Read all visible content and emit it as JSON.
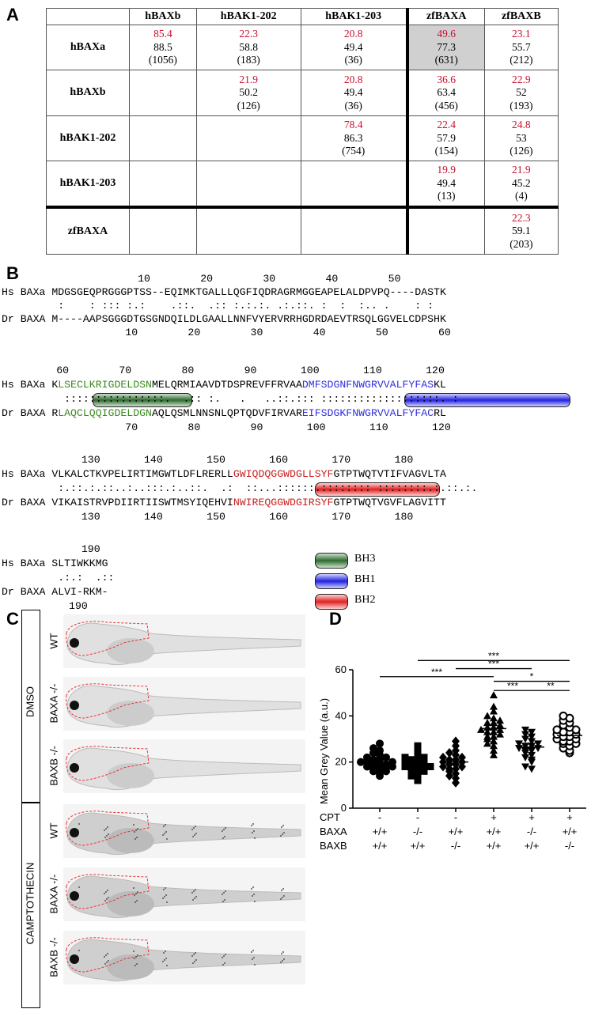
{
  "panels": {
    "A": "A",
    "B": "B",
    "C": "C",
    "D": "D"
  },
  "tableA": {
    "columns": [
      "hBAXb",
      "hBAK1-202",
      "hBAK1-203",
      "zfBAXA",
      "zfBAXB"
    ],
    "rows": [
      {
        "label": "hBAXa",
        "cells": [
          [
            "85.4",
            "88.5",
            "(1056)"
          ],
          [
            "22.3",
            "58.8",
            "(183)"
          ],
          [
            "20.8",
            "49.4",
            "(36)"
          ],
          [
            "49.6",
            "77.3",
            "(631)"
          ],
          [
            "23.1",
            "55.7",
            "(212)"
          ]
        ]
      },
      {
        "label": "hBAXb",
        "cells": [
          null,
          [
            "21.9",
            "50.2",
            "(126)"
          ],
          [
            "20.8",
            "49.4",
            "(36)"
          ],
          [
            "36.6",
            "63.4",
            "(456)"
          ],
          [
            "22.9",
            "52",
            "(193)"
          ]
        ]
      },
      {
        "label": "hBAK1-202",
        "cells": [
          null,
          null,
          [
            "78.4",
            "86.3",
            "(754)"
          ],
          [
            "22.4",
            "57.9",
            "(154)"
          ],
          [
            "24.8",
            "53",
            "(126)"
          ]
        ]
      },
      {
        "label": "hBAK1-203",
        "cells": [
          null,
          null,
          null,
          [
            "19.9",
            "49.4",
            "(13)"
          ],
          [
            "21.9",
            "45.2",
            "(4)"
          ]
        ]
      },
      {
        "label": "zfBAXA",
        "cells": [
          null,
          null,
          null,
          null,
          [
            "22.3",
            "59.1",
            "(203)"
          ]
        ]
      }
    ]
  },
  "alignment": {
    "block1": {
      "num_top": "                      10        20        30        40        50",
      "hs_label": "Hs BAXa ",
      "hs_seq": "MDGSGEQPRGGGPTSS--EQIMKTGALLLQGFIQDRAGRMGGEAPELALDPVPQ----DASTK",
      "match": "         :    : ::: :.:    .::.  .:: :.:.:. .:.::. :  :  :.. .    : :",
      "dr_label": "Dr BAXA ",
      "dr_seq": "M----AAPSGGGDTGSGNDQILDLGAALLNNFVYERVRRHGDRDAEVTRSQLGGVELCDPSHK",
      "num_bot": "                    10        20        30        40        50        60"
    },
    "block2": {
      "num_top": "         60        70        80        90       100       110       120",
      "hs_label": "Hs BAXa ",
      "hs_pre": "K",
      "hs_bh3": "LSECLKRIGDELDSN",
      "hs_mid": "MELQRMIAAVDTDSPREVFFRVAA",
      "hs_bh1": "DMFSDGNFNWGRVVALFYFAS",
      "hs_post": "KL",
      "match": "          ::::::::::::::::.  .:: :.   .   ..::.::: :::::::::::::::::::. :",
      "dr_label": "Dr BAXA ",
      "dr_pre": "R",
      "dr_bh3": "LAQCLQQIGDELDGN",
      "dr_mid": "AQLQSMLNNSNLQPTQDVFIRVAR",
      "dr_bh1": "EIFSDGKFNWGRVVALFYFAC",
      "dr_post": "RL",
      "num_bot": "                    70        80        90       100       110       120"
    },
    "block3": {
      "num_top": "             130       140       150       160       170       180",
      "hs_label": "Hs BAXa ",
      "hs_pre": "VLKALCTKVPELIRTIMGWTLDFLRERLL",
      "hs_bh2": "GWIQDQGGWDGLLSYF",
      "hs_post": "GTPTWQTVTIFVAGVLTA",
      "match": "         :.::.:.::..:..:::.:..::.  .:  ::...::::::.:::::::: ::::::::.:.::.:.",
      "dr_label": "Dr BAXA ",
      "dr_pre": "VIKAISTRVPDIIRTIISWTMSYIQEHVI",
      "dr_bh2": "NWIREQGGWDGIRSYF",
      "dr_post": "GTPTWQTVGVFLAGVITT",
      "num_bot": "             130       140       150       160       170       180"
    },
    "block4": {
      "num_top": "             190",
      "hs_line": "Hs BAXa SLTIWKKMG",
      "match": "         .:.:  .::",
      "dr_line": "Dr BAXA ALVI-RKM-",
      "num_bot": "           190"
    },
    "legend": [
      "BH3",
      "BH1",
      "BH2"
    ]
  },
  "panelC": {
    "groups": [
      "DMSO",
      "CAMPTOTHECIN"
    ],
    "rows": [
      "WT",
      "BAXA -/-",
      "BAXB -/-",
      "WT",
      "BAXA -/-",
      "BAXB -/-"
    ]
  },
  "chart_data": {
    "type": "scatter",
    "ylabel": "Mean Grey Value (a.u.)",
    "ylim": [
      0,
      60
    ],
    "yticks": [
      0,
      20,
      40,
      60
    ],
    "row_labels": [
      "CPT",
      "BAXA",
      "BAXB"
    ],
    "groups": [
      {
        "CPT": "-",
        "BAXA": "+/+",
        "BAXB": "+/+",
        "marker": "circle",
        "mean": 19.5,
        "values": [
          14,
          15,
          16,
          16,
          17,
          17,
          18,
          18,
          18,
          19,
          19,
          19,
          20,
          20,
          20,
          21,
          21,
          22,
          22,
          23,
          24,
          25,
          26,
          28
        ]
      },
      {
        "CPT": "-",
        "BAXA": "-/-",
        "BAXB": "+/+",
        "marker": "square",
        "mean": 18.5,
        "values": [
          12,
          13,
          14,
          15,
          16,
          16,
          17,
          17,
          18,
          18,
          18,
          19,
          19,
          20,
          20,
          21,
          21,
          22,
          22,
          23,
          25,
          27
        ]
      },
      {
        "CPT": "-",
        "BAXA": "+/+",
        "BAXB": "-/-",
        "marker": "diamond",
        "mean": 20,
        "values": [
          11,
          13,
          14,
          15,
          16,
          17,
          17,
          18,
          18,
          19,
          19,
          20,
          20,
          21,
          21,
          22,
          22,
          23,
          24,
          25,
          27,
          29
        ]
      },
      {
        "CPT": "+",
        "BAXA": "+/+",
        "BAXB": "+/+",
        "marker": "triangle-up",
        "mean": 34.5,
        "values": [
          23,
          25,
          27,
          28,
          29,
          30,
          31,
          31,
          32,
          33,
          33,
          34,
          34,
          35,
          35,
          36,
          37,
          37,
          38,
          39,
          40,
          42,
          44,
          49
        ]
      },
      {
        "CPT": "+",
        "BAXA": "-/-",
        "BAXB": "+/+",
        "marker": "triangle-down",
        "mean": 26.5,
        "values": [
          17,
          18,
          20,
          21,
          22,
          23,
          24,
          25,
          25,
          26,
          26,
          27,
          27,
          28,
          28,
          29,
          30,
          31,
          32,
          33,
          34
        ]
      },
      {
        "CPT": "+",
        "BAXA": "+/+",
        "BAXB": "-/-",
        "marker": "open-circle",
        "mean": 31.5,
        "values": [
          24,
          25,
          26,
          27,
          28,
          28,
          29,
          29,
          30,
          30,
          31,
          31,
          32,
          32,
          33,
          33,
          34,
          34,
          35,
          36,
          37,
          38,
          39,
          40
        ]
      }
    ],
    "significance": [
      {
        "from": 0,
        "to": 3,
        "label": "***",
        "y": 57
      },
      {
        "from": 2,
        "to": 4,
        "label": "***",
        "y": 60.5
      },
      {
        "from": 1,
        "to": 5,
        "label": "***",
        "y": 64
      },
      {
        "from": 3,
        "to": 5,
        "label": "*",
        "y": 55
      },
      {
        "from": 3,
        "to": 4,
        "label": "***",
        "y": 51
      },
      {
        "from": 4,
        "to": 5,
        "label": "**",
        "y": 51
      }
    ]
  }
}
